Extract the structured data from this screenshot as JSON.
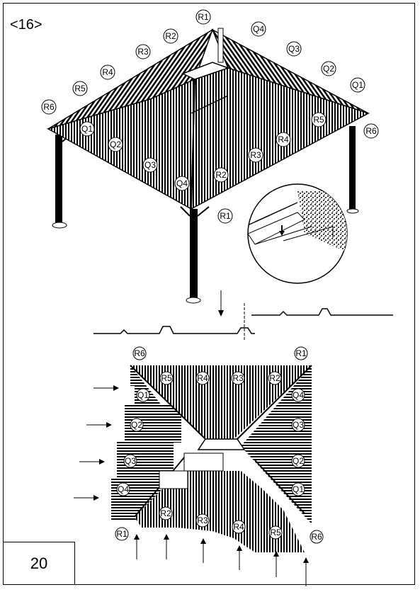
{
  "step": "<16>",
  "page_number": "20",
  "top_labels": {
    "R1": "R1",
    "R2": "R2",
    "R3": "R3",
    "R4": "R4",
    "R5": "R5",
    "R6": "R6",
    "Q1": "Q1",
    "Q2": "Q2",
    "Q3": "Q3",
    "Q4": "Q4"
  },
  "plan_labels": {
    "R1": "R1",
    "R2": "R2",
    "R3": "R3",
    "R4": "R4",
    "R5": "R5",
    "R6": "R6",
    "Q1": "Q1",
    "Q2": "Q2",
    "Q3": "Q3",
    "Q4": "Q4"
  }
}
